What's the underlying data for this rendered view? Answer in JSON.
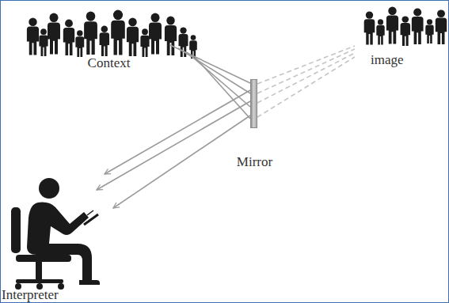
{
  "diagram": {
    "nodes": [
      {
        "text": [
          "Context"
        ]
      },
      {
        "text": [
          "Mirror"
        ]
      },
      {
        "text": [
          "image"
        ]
      },
      {
        "text": [
          "Interpreter"
        ]
      }
    ],
    "edges": [
      {
        "from": 0,
        "to": 1,
        "arrow": "none"
      },
      {
        "from": 0,
        "to": 1,
        "arrow": "none"
      },
      {
        "from": 0,
        "to": 1,
        "arrow": "none"
      },
      {
        "from": 0,
        "to": 1,
        "arrow": "none"
      },
      {
        "from": 1,
        "to": 2,
        "arrow": "none"
      },
      {
        "from": 1,
        "to": 2,
        "arrow": "none"
      },
      {
        "from": 1,
        "to": 2,
        "arrow": "none"
      },
      {
        "from": 1,
        "to": 2,
        "arrow": "none"
      },
      {
        "from": 1,
        "to": 3,
        "arrow": "to"
      },
      {
        "from": 1,
        "to": 3,
        "arrow": "to"
      },
      {
        "from": 1,
        "to": 3,
        "arrow": "to"
      }
    ]
  }
}
